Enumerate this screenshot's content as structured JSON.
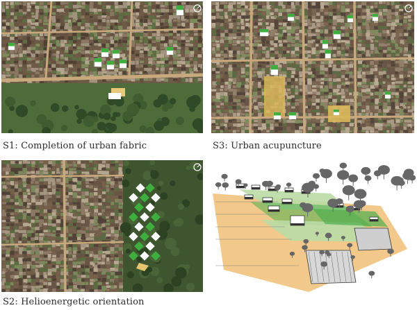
{
  "figure": {
    "panels": [
      {
        "id": "s1",
        "caption": "S1: Completion of urban fabric",
        "palette": [
          "#6f5a45",
          "#8a7762",
          "#5e6e43",
          "#a0927e",
          "#4f4033",
          "#7c8a5c",
          "#b3a48d",
          "#665241"
        ],
        "accent": "#3fae3f",
        "footprint": "#ffffff",
        "infill": "#e8c77a"
      },
      {
        "id": "s3",
        "caption": "S3: Urban acupuncture",
        "palette": [
          "#7a6650",
          "#927f69",
          "#5c6b44",
          "#a89a84",
          "#53453a",
          "#7f8b5f",
          "#b8aa93",
          "#6a5646"
        ],
        "accent": "#3fae3f",
        "footprint": "#ffffff",
        "infill": "#d9b75a"
      },
      {
        "id": "s2",
        "caption": "S2: Helioenergetic orientation",
        "palette": [
          "#74604b",
          "#8c7965",
          "#5a6a41",
          "#a3957f",
          "#514237",
          "#7b885b",
          "#b5a68f",
          "#685444"
        ],
        "accent": "#3fae3f",
        "footprint": "#ffffff",
        "infill": "#e6c56f"
      },
      {
        "id": "3d",
        "caption": "",
        "ground": "#f2c98b",
        "green": "#4fae4f",
        "light_green": "#b9dca4",
        "tree": "#666666"
      }
    ]
  }
}
